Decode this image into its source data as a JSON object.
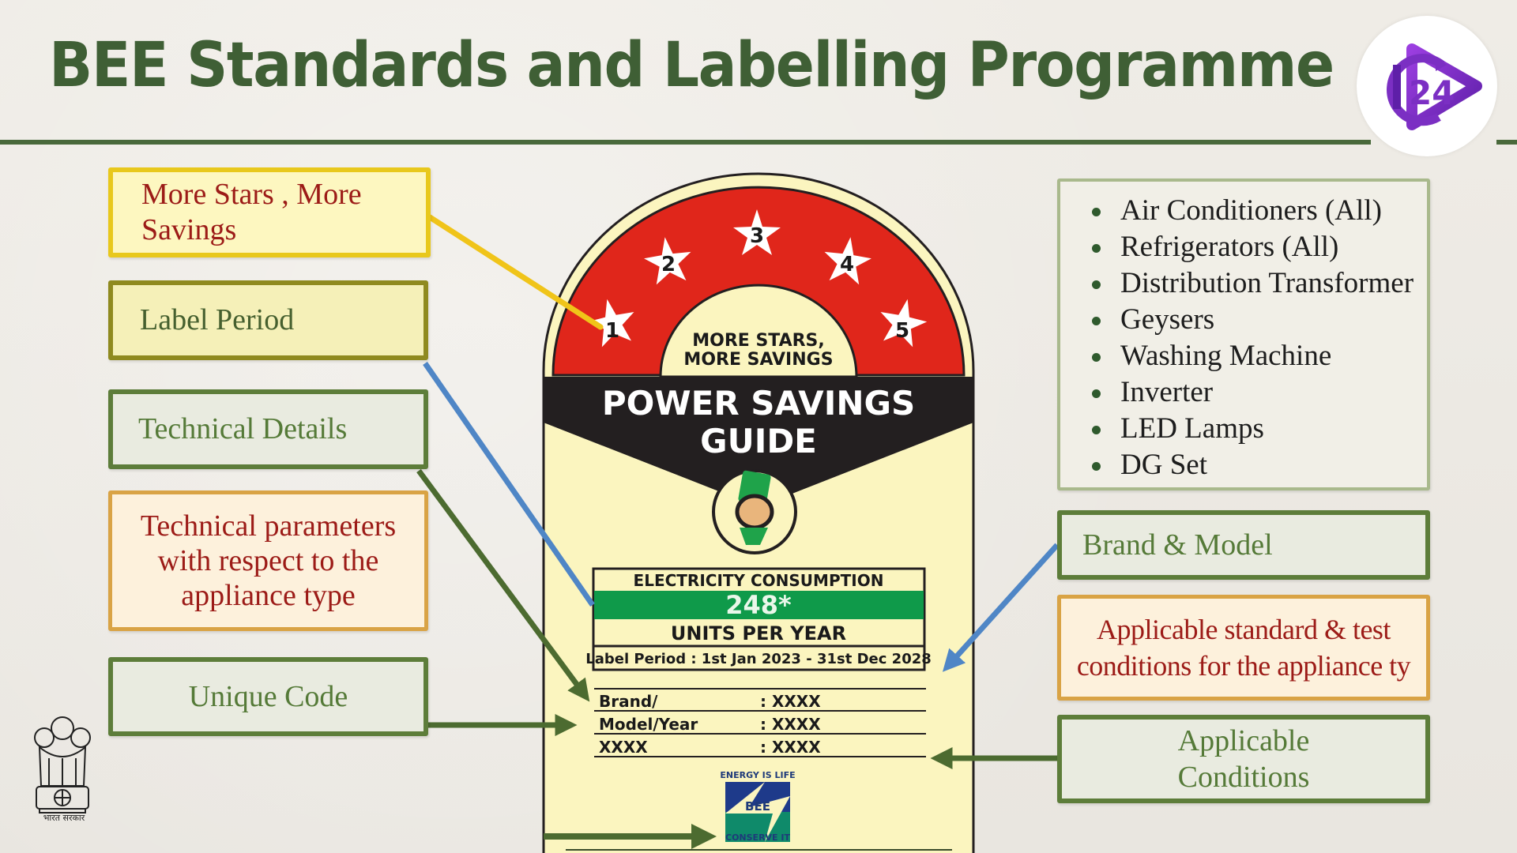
{
  "header": {
    "title": "BEE Standards and Labelling Programme",
    "channel_logo": {
      "icon": "play-24-icon",
      "text": "24",
      "color": "#7b2fc3"
    }
  },
  "left_callouts": [
    {
      "text": "More Stars , More Savings",
      "style": "yellow"
    },
    {
      "text": "Label Period",
      "style": "olive"
    },
    {
      "text": "Technical Details",
      "style": "green"
    },
    {
      "text": "Technical parameters with respect to the appliance type",
      "style": "orange"
    },
    {
      "text": "Unique Code",
      "style": "green"
    }
  ],
  "right_panel": {
    "appliances": [
      "Air Conditioners (All)",
      "Refrigerators (All)",
      "Distribution Transformer",
      "Geysers",
      "Washing Machine",
      "Inverter",
      "LED Lamps",
      "DG Set"
    ]
  },
  "right_callouts": [
    {
      "text": "Brand & Model",
      "style": "green"
    },
    {
      "text": "Applicable standard & test conditions for the appliance ty",
      "style": "orange"
    },
    {
      "text": "Applicable Conditions",
      "style": "green"
    }
  ],
  "label": {
    "stars": [
      "1",
      "2",
      "3",
      "4",
      "5"
    ],
    "arc_text_line1": "MORE STARS,",
    "arc_text_line2": "MORE SAVINGS",
    "band_line1": "POWER SAVINGS",
    "band_line2": "GUIDE",
    "consumption_heading": "ELECTRICITY CONSUMPTION",
    "consumption_value": "248*",
    "consumption_units": "UNITS PER YEAR",
    "label_period": "Label Period : 1st Jan 2023 - 31st Dec 2028",
    "details": [
      {
        "key": "Brand/",
        "value": ": XXXX"
      },
      {
        "key": "Model/Year",
        "value": ": XXXX"
      },
      {
        "key": "XXXX",
        "value": ": XXXX"
      }
    ],
    "bee_logo": {
      "top": "ENERGY IS LIFE",
      "middle": "BEE",
      "bottom": "CONSERVE IT"
    },
    "colors": {
      "red": "#e0261b",
      "black": "#231f20",
      "cream": "#fbf5bf",
      "green": "#0f9a4a"
    }
  },
  "emblem": {
    "caption": "भारत सरकार"
  },
  "connector_colors": {
    "yellow": "#f0c419",
    "blue": "#4f86c6",
    "green": "#4c6b30"
  }
}
